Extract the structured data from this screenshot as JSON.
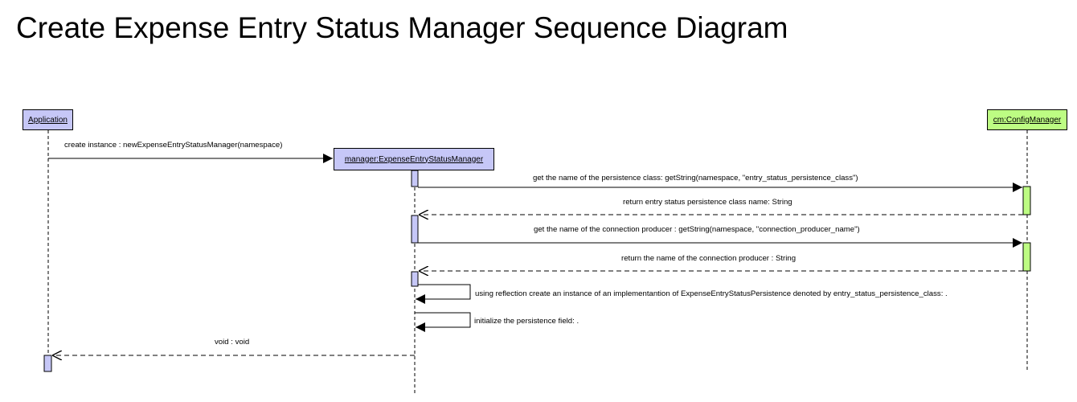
{
  "diagram": {
    "title": "Create Expense Entry Status Manager Sequence Diagram",
    "colors": {
      "participant_blue": "#c6c7f7",
      "participant_green": "#bdfc83",
      "line": "#000000"
    },
    "participants": {
      "application": "Application",
      "manager": "manager:ExpenseEntryStatusManager",
      "config": "cm:ConfigManager"
    },
    "messages": {
      "create_instance": "create instance : newExpenseEntryStatusManager(namespace)",
      "get_persistence_class": "get the name of the persistence class: getString(namespace, \"entry_status_persistence_class\")",
      "return_persistence_class": "return entry status persistence class name: String",
      "get_connection_producer": "get the name of the connection producer : getString(namespace, \"connection_producer_name\")",
      "return_connection_producer": "return the name of the connection producer : String",
      "reflection_create": "using reflection create an instance of an implementantion of ExpenseEntryStatusPersistence denoted by entry_status_persistence_class: .",
      "initialize_field": "initialize the persistence field: .",
      "return_void": "void : void"
    }
  }
}
